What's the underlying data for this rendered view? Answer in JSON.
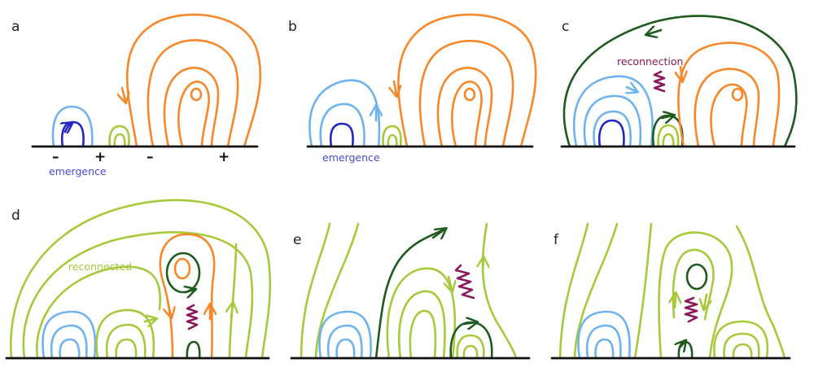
{
  "colors": {
    "orange": "#f7882a",
    "light_blue": "#6fb3ee",
    "dark_blue": "#2226c4",
    "light_green": "#a7c93c",
    "dark_green": "#1f5a1e",
    "purple": "#8b1a5c",
    "ground": "#111111",
    "label_blue": "#4a4ad8",
    "label_purple": "#8b1a5c",
    "label_green": "#a7c93c"
  },
  "panels": {
    "a": {
      "letter": "a",
      "label": "emergence",
      "signs": [
        "–",
        "+",
        "–",
        "+"
      ]
    },
    "b": {
      "letter": "b",
      "label": "emergence"
    },
    "c": {
      "letter": "c",
      "label": "reconnection"
    },
    "d": {
      "letter": "d",
      "label": "reconnected"
    },
    "e": {
      "letter": "e"
    },
    "f": {
      "letter": "f"
    }
  }
}
